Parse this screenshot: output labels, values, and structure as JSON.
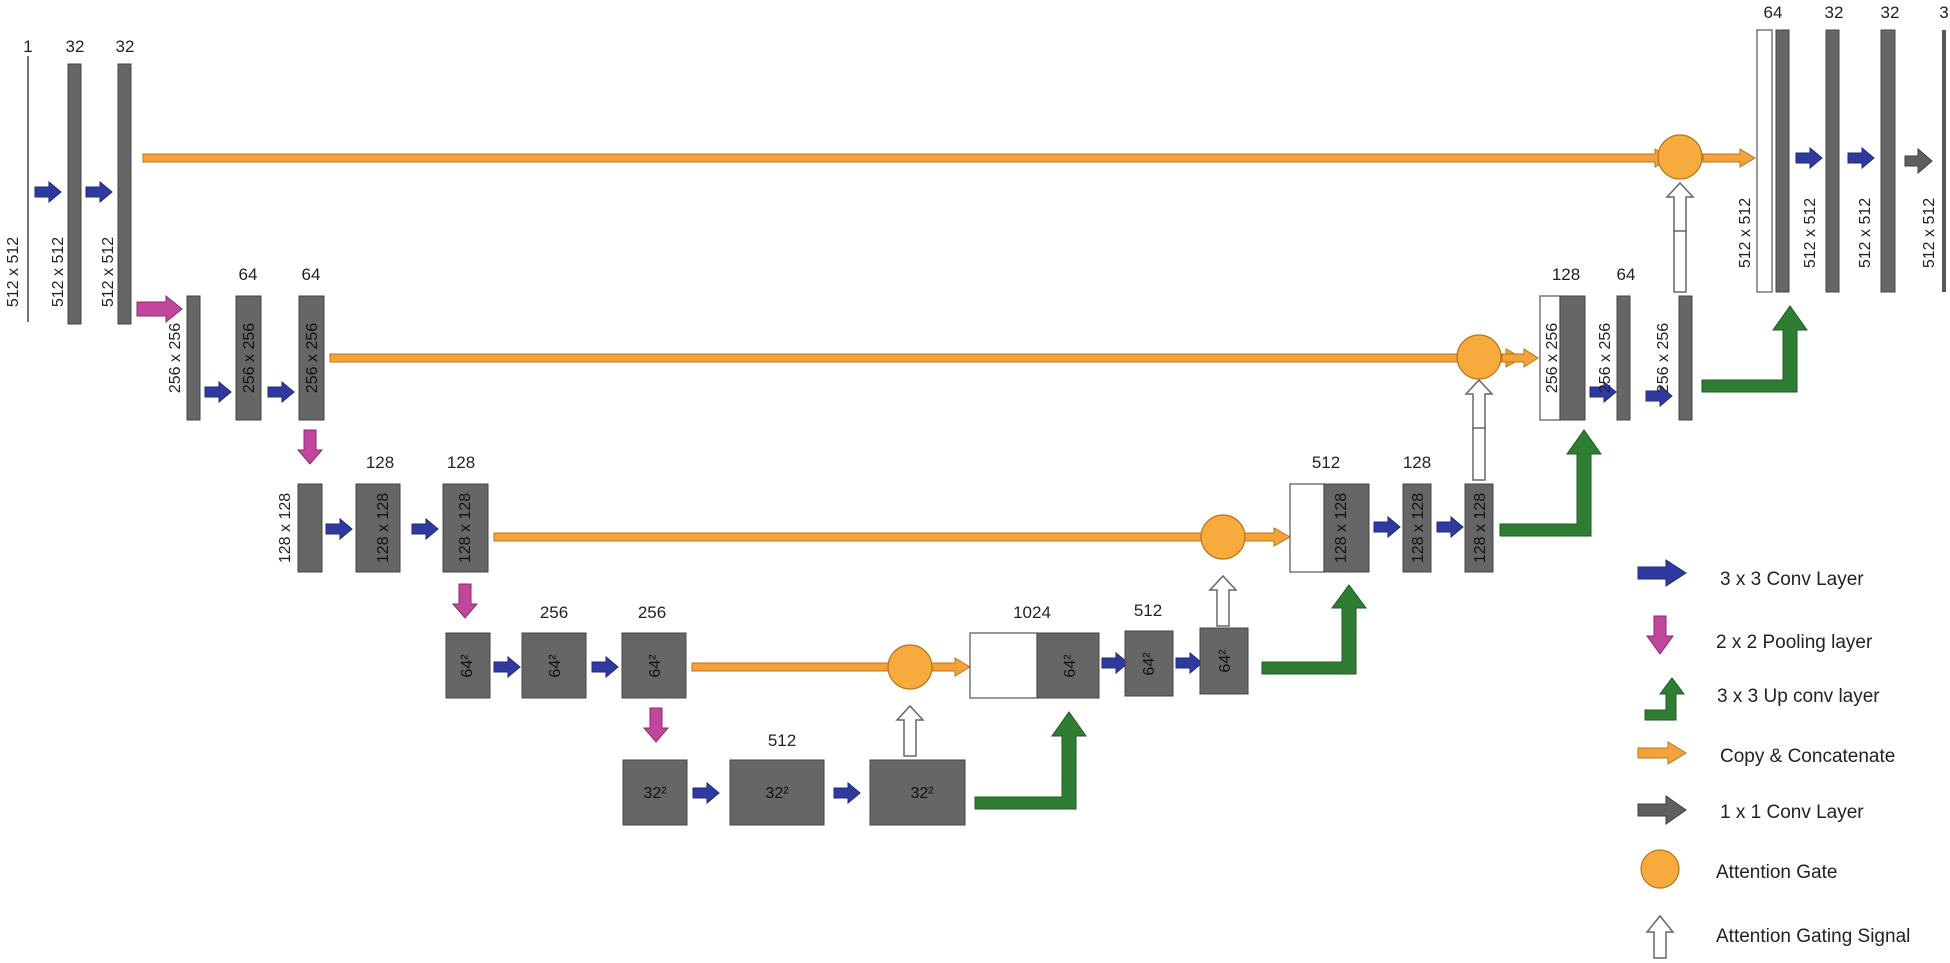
{
  "diagram": {
    "channels": {
      "input": "1",
      "e1a": "32",
      "e1b": "32",
      "e2a": "64",
      "e2b": "64",
      "e3a": "128",
      "e3b": "128",
      "e4a": "256",
      "e4b": "256",
      "bott": "512",
      "d4cat": "1024",
      "d4conv": "512",
      "d3cat": "512",
      "d3conv": "128",
      "d2cat": "128",
      "d2conv": "64",
      "d1cat": "64",
      "d1a": "32",
      "d1b": "32",
      "out": "3"
    },
    "sizes": {
      "s512": "512 x 512",
      "s256": "256 x 256",
      "s128": "128 x 128",
      "s64": "64²",
      "s32": "32²"
    }
  },
  "legend": {
    "conv3": "3 x 3 Conv Layer",
    "pool": "2 x 2 Pooling layer",
    "upconv": "3 x 3 Up conv layer",
    "concat": "Copy & Concatenate",
    "conv1": "1 x 1 Conv Layer",
    "gate": "Attention Gate",
    "gating": "Attention Gating Signal"
  },
  "colors": {
    "conv": "#2e3a9e",
    "pool": "#c0479b",
    "upconv": "#2f7d32",
    "concat": "#f3a33a",
    "conv1": "#5f5f5f",
    "gate": "#f7ab3d"
  }
}
